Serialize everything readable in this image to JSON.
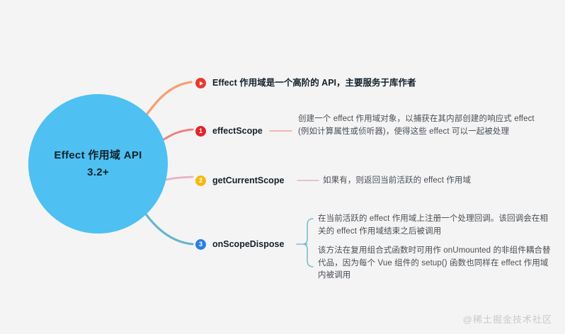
{
  "background": "#f4f4f4",
  "center": {
    "name": "central-topic",
    "color": "#4ec0f2",
    "lines": [
      "Effect 作用域 API",
      "3.2+"
    ]
  },
  "branches": [
    {
      "id": "intro",
      "badge": {
        "type": "glyph",
        "icon": "play-marker-icon",
        "text": "",
        "color": "#e8392e"
      },
      "label": "Effect 作用域是一个高阶的 API，主要服务于库作者",
      "wire_color": "#f5a173",
      "leaves": []
    },
    {
      "id": "effect-scope",
      "badge": {
        "type": "number",
        "icon": "number-badge-1-icon",
        "text": "1",
        "color": "#e0262b"
      },
      "label": "effectScope",
      "wire_color": "#ef8083",
      "connector_color": "#f3a0a4",
      "leaves": [
        "创建一个 effect 作用域对象，以捕获在其内部创建的响应式 effect (例如计算属性或侦听器)，使得这些 effect 可以一起被处理"
      ]
    },
    {
      "id": "get-current-scope",
      "badge": {
        "type": "number",
        "icon": "number-badge-2-icon",
        "text": "2",
        "color": "#f5b90a"
      },
      "label": "getCurrentScope",
      "wire_color": "#e8b3c0",
      "connector_color": "#e8b3c0",
      "leaves": [
        "如果有，则返回当前活跃的 effect 作用域"
      ]
    },
    {
      "id": "on-scope-dispose",
      "badge": {
        "type": "number",
        "icon": "number-badge-3-icon",
        "text": "3",
        "color": "#2b7fe0"
      },
      "label": "onScopeDispose",
      "wire_color": "#68b6cc",
      "connector_color": "#7cbccb",
      "leaves": [
        "在当前活跃的 effect 作用域上注册一个处理回调。该回调会在相关的 effect 作用域结束之后被调用",
        "该方法在复用组合式函数时可用作 onUmounted 的非组件耦合替代品，因为每个 Vue 组件的 setup() 函数也同样在 effect 作用域内被调用"
      ]
    }
  ],
  "watermark": "@稀土掘金技术社区"
}
